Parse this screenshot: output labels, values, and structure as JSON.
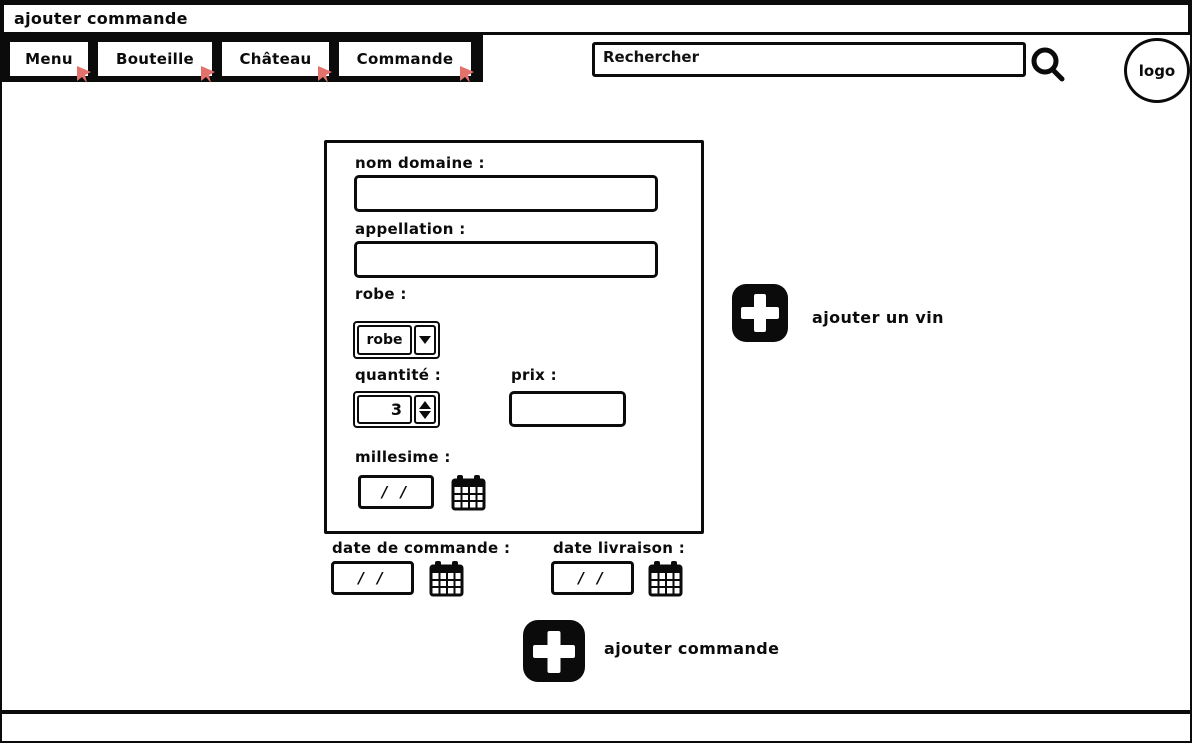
{
  "window": {
    "title": "ajouter commande"
  },
  "nav": {
    "tabs": [
      {
        "label": "Menu"
      },
      {
        "label": "Bouteille"
      },
      {
        "label": "Château"
      },
      {
        "label": "Commande"
      }
    ]
  },
  "search": {
    "placeholder": "Rechercher"
  },
  "logo": {
    "label": "logo"
  },
  "form": {
    "nom_domaine": {
      "label": "nom domaine :",
      "value": ""
    },
    "appellation": {
      "label": "appellation :",
      "value": ""
    },
    "robe": {
      "label": "robe :",
      "selected": "robe"
    },
    "quantite": {
      "label": "quantité :",
      "value": "3"
    },
    "prix": {
      "label": "prix :",
      "value": ""
    },
    "millesime": {
      "label": "millesime :",
      "value": "/ /"
    }
  },
  "dates": {
    "commande": {
      "label": "date de commande :",
      "value": "/ /"
    },
    "livraison": {
      "label": "date livraison :",
      "value": "/ /"
    }
  },
  "actions": {
    "add_wine": {
      "label": "ajouter un vin"
    },
    "add_order": {
      "label": "ajouter commande"
    }
  },
  "colors": {
    "ink": "#0b0b0b",
    "tab_marker": "#e2726b",
    "paper": "#ffffff"
  }
}
